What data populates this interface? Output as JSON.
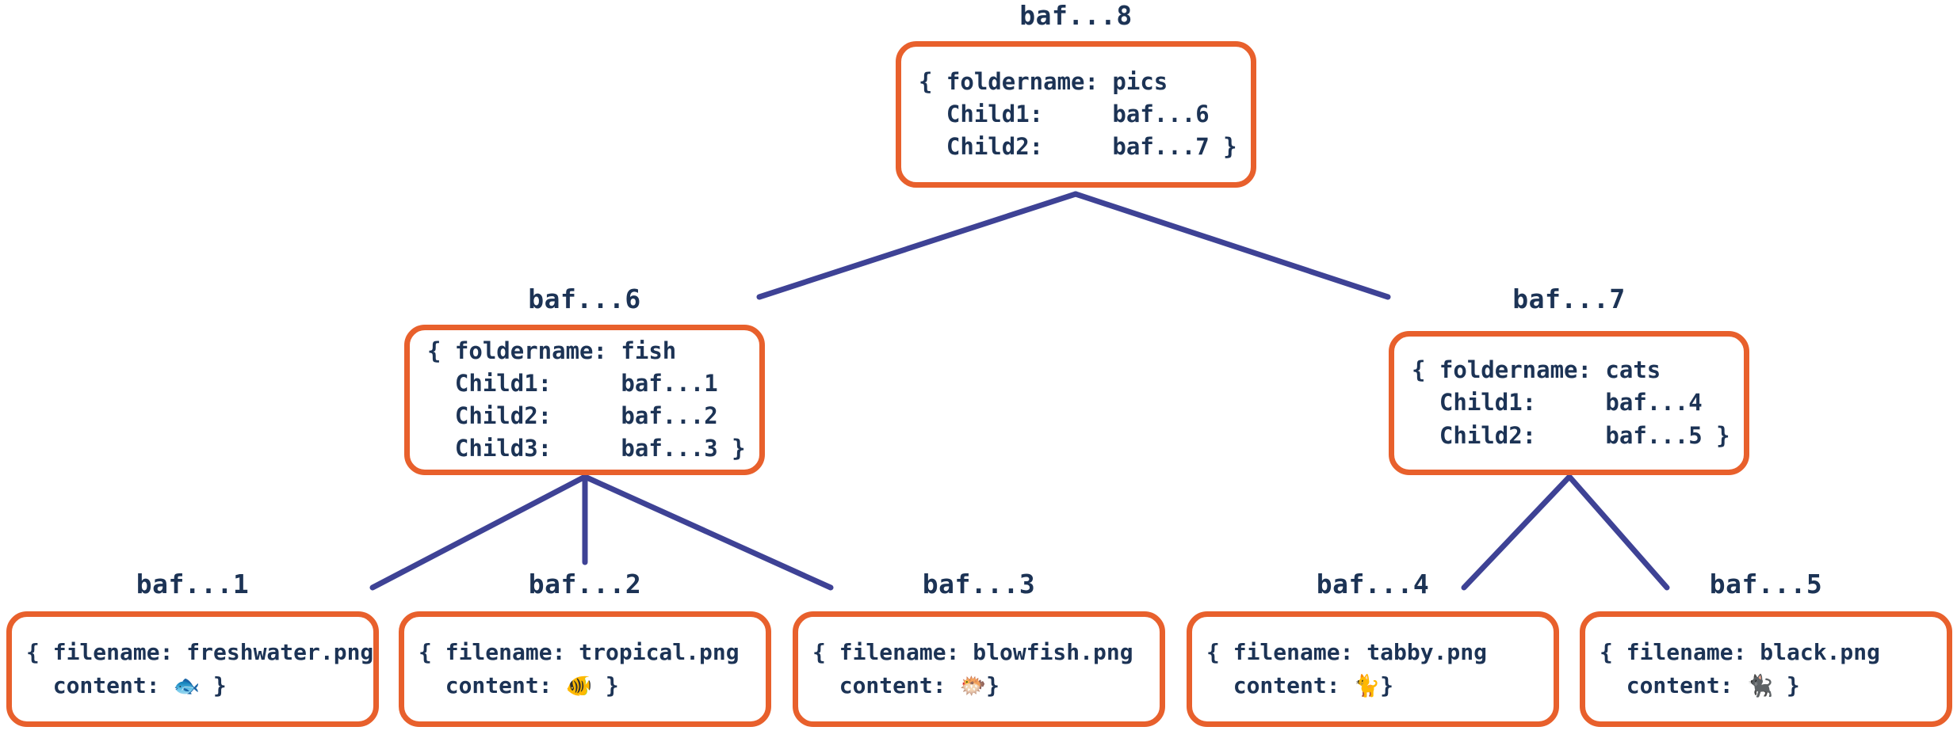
{
  "diagram": {
    "title": "merkle-dag-file-tree",
    "colors": {
      "node_border": "#e8602c",
      "node_fill": "#ffffff",
      "text": "#1c3355",
      "edge": "#3e4295",
      "background": "#ffffff"
    }
  },
  "nodes": {
    "root": {
      "label": "baf...8",
      "lines": [
        "{ foldername: pics",
        "  Child1:     baf...6",
        "  Child2:     baf...7 }"
      ],
      "foldername": "pics",
      "children": [
        {
          "key": "Child1:",
          "value": "baf...6"
        },
        {
          "key": "Child2:",
          "value": "baf...7"
        }
      ]
    },
    "fish": {
      "label": "baf...6",
      "lines": [
        "{ foldername: fish",
        "  Child1:     baf...1",
        "  Child2:     baf...2",
        "  Child3:     baf...3 }"
      ],
      "foldername": "fish",
      "children": [
        {
          "key": "Child1:",
          "value": "baf...1"
        },
        {
          "key": "Child2:",
          "value": "baf...2"
        },
        {
          "key": "Child3:",
          "value": "baf...3"
        }
      ]
    },
    "cats": {
      "label": "baf...7",
      "lines": [
        "{ foldername: cats",
        "  Child1:     baf...4",
        "  Child2:     baf...5 }"
      ],
      "foldername": "cats",
      "children": [
        {
          "key": "Child1:",
          "value": "baf...4"
        },
        {
          "key": "Child2:",
          "value": "baf...5"
        }
      ]
    },
    "leaf1": {
      "label": "baf...1",
      "filename_line": "{ filename: freshwater.png",
      "content_prefix": "  content: ",
      "content_emoji": "🐟",
      "content_emoji_name": "fish-emoji",
      "content_suffix": " }",
      "filename": "freshwater.png"
    },
    "leaf2": {
      "label": "baf...2",
      "filename_line": "{ filename: tropical.png",
      "content_prefix": "  content: ",
      "content_emoji": "🐠",
      "content_emoji_name": "tropical-fish-emoji",
      "content_suffix": " }",
      "filename": "tropical.png"
    },
    "leaf3": {
      "label": "baf...3",
      "filename_line": "{ filename: blowfish.png",
      "content_prefix": "  content: ",
      "content_emoji": "🐡",
      "content_emoji_name": "blowfish-emoji",
      "content_suffix": "}",
      "filename": "blowfish.png"
    },
    "leaf4": {
      "label": "baf...4",
      "filename_line": "{ filename: tabby.png",
      "content_prefix": "  content: ",
      "content_emoji": "🐈",
      "content_emoji_name": "cat-emoji",
      "content_suffix": "}",
      "filename": "tabby.png"
    },
    "leaf5": {
      "label": "baf...5",
      "filename_line": "{ filename: black.png",
      "content_prefix": "  content: ",
      "content_emoji": "🐈‍⬛",
      "content_emoji_name": "black-cat-emoji",
      "content_suffix": " }",
      "filename": "black.png"
    }
  },
  "edges": [
    {
      "from": "root",
      "to": "fish"
    },
    {
      "from": "root",
      "to": "cats"
    },
    {
      "from": "fish",
      "to": "leaf1"
    },
    {
      "from": "fish",
      "to": "leaf2"
    },
    {
      "from": "fish",
      "to": "leaf3"
    },
    {
      "from": "cats",
      "to": "leaf4"
    },
    {
      "from": "cats",
      "to": "leaf5"
    }
  ]
}
